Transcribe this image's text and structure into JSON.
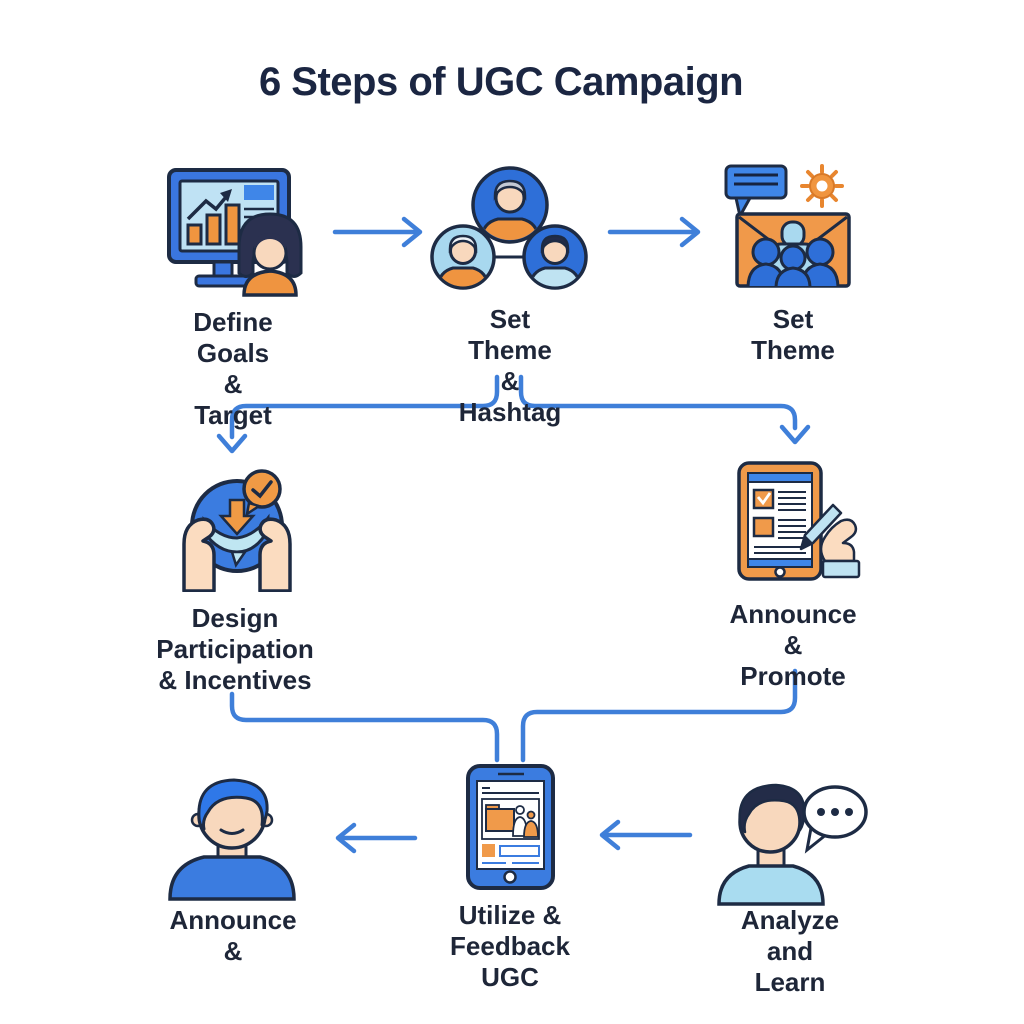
{
  "title": "6 Steps of UGC Campaign",
  "steps": [
    {
      "label": "Define Goals &\nTarget",
      "icon": "analytics-monitor-person-icon",
      "row": 1
    },
    {
      "label": "Set Theme\n& Hashtag",
      "icon": "people-network-icon",
      "row": 1
    },
    {
      "label": "Set Theme",
      "icon": "announcement-envelope-icon",
      "row": 1
    },
    {
      "label": "Design Participation\n& Incentives",
      "icon": "hands-approval-icon",
      "row": 2
    },
    {
      "label": "Announce &\nPromote",
      "icon": "tablet-checklist-pen-icon",
      "row": 2
    },
    {
      "label": "Announce &",
      "icon": "person-avatar-icon",
      "row": 3
    },
    {
      "label": "Utilize &\nFeedback UGC",
      "icon": "phone-ugc-content-icon",
      "row": 3
    },
    {
      "label": "Analyze and Learn",
      "icon": "person-speech-bubble-icon",
      "row": 3
    }
  ],
  "flow": {
    "row1_direction": "left-to-right",
    "row3_direction": "right-to-left",
    "connections": [
      {
        "from": "Define Goals & Target",
        "to": "Set Theme & Hashtag"
      },
      {
        "from": "Set Theme & Hashtag",
        "to": "Set Theme"
      },
      {
        "from": "Set Theme & Hashtag",
        "to": "Design Participation & Incentives"
      },
      {
        "from": "Set Theme & Hashtag",
        "to": "Announce & Promote"
      },
      {
        "from": "Design Participation & Incentives",
        "to": "Utilize & Feedback UGC"
      },
      {
        "from": "Announce & Promote",
        "to": "Utilize & Feedback UGC"
      },
      {
        "from": "Analyze and Learn",
        "to": "Utilize & Feedback UGC"
      },
      {
        "from": "Utilize & Feedback UGC",
        "to": "Announce &"
      }
    ]
  },
  "colors": {
    "background": "#ffffff",
    "title_text": "#1b2642",
    "label_text": "#1e2638",
    "outline": "#1d2b44",
    "arrow_blue": "#3f7fd9",
    "primary_blue": "#2e6fd8",
    "mid_blue": "#3b7ce0",
    "bright_blue": "#3f86e8",
    "light_blue": "#bfe2f4",
    "pale_blue": "#a9d9ef",
    "orange": "#f0953f",
    "orange_soft": "#f09a4a",
    "skin": "#f8d8bd",
    "hair_dark": "#2b3150",
    "hair_gray": "#c3c9d4",
    "white": "#ffffff"
  }
}
